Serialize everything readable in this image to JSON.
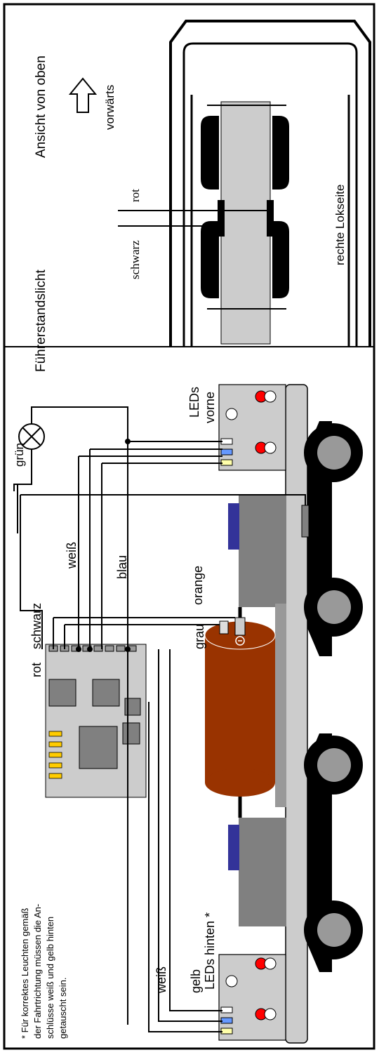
{
  "labels": {
    "view_from_above": "Ansicht von oben",
    "forward": "vorwärts",
    "right_side": "rechte Lokseite",
    "cab_light": "Führerstandslicht",
    "leds_front_1": "LEDs",
    "leds_front_2": "vorne",
    "leds_rear": "LEDs hinten *",
    "note_line1": "* Für korrektes Leuchten gemäß",
    "note_line2": "der Fahrtrichtung müssen die An-",
    "note_line3": "schlüsse weiß und gelb hinten",
    "note_line4": "getauscht sein."
  },
  "wires": {
    "rot": "rot",
    "schwarz": "schwarz",
    "weiss_top": "weiß",
    "blau": "blau",
    "gruen": "grün",
    "orange": "orange",
    "grau": "grau",
    "weiss_bottom": "weiß",
    "gelb": "gelb",
    "top_rot": "rot",
    "top_schwarz": "schwarz"
  },
  "colors": {
    "motor": "#993300",
    "pcb": "#cccccc",
    "chassis": "#cccccc",
    "bogie": "#808080",
    "pad_gold": "#ffcc00",
    "led_red": "#ff0000",
    "connector_blue": "#333399",
    "wire_blue": "#6699ff",
    "wire_yellow": "#ffffaa"
  }
}
